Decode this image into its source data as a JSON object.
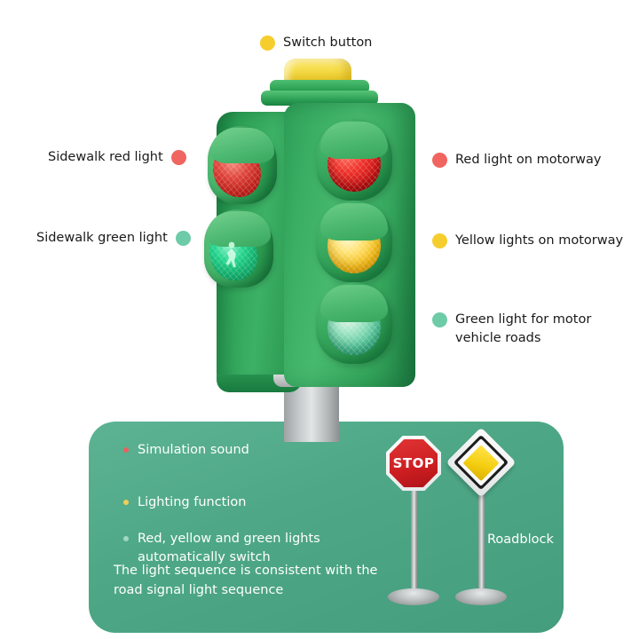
{
  "callouts": {
    "switch_button": {
      "label": "Switch button",
      "dot_color": "#F5CE2E"
    },
    "sidewalk_red": {
      "label": "Sidewalk red light",
      "dot_color": "#F06560"
    },
    "sidewalk_green": {
      "label": "Sidewalk green light",
      "dot_color": "#6DCBA8"
    },
    "motorway_red": {
      "label": "Red light on motorway",
      "dot_color": "#F06560"
    },
    "motorway_yellow": {
      "label": "Yellow lights on motorway",
      "dot_color": "#F5CE2E"
    },
    "motorway_green": {
      "label": "Green light for motor vehicle roads",
      "dot_color": "#6DCBA8"
    }
  },
  "panel": {
    "background_color": "#4EA887",
    "features": [
      {
        "label": "Simulation sound",
        "bullet_color": "#E8635E"
      },
      {
        "label": "Lighting function",
        "bullet_color": "#F0CE57"
      },
      {
        "label": "Red, yellow and green lights automatically switch",
        "bullet_color": "#9FD8C4"
      }
    ],
    "sequence_note": "The light sequence is consistent with the road signal light sequence",
    "roadblock_label": "Roadblock",
    "signs": {
      "stop_sign_text": "STOP",
      "stop_sign_color": "#CE1F22",
      "priority_sign_color": "#F5CF12"
    }
  },
  "product": {
    "body_color": "#3CAE64",
    "button_color": "#F7DE4E",
    "pole_color": "#C9CDCE",
    "lamps_front": [
      {
        "name": "red",
        "color": "#F0342C"
      },
      {
        "name": "yellow",
        "color": "#F5BC10"
      },
      {
        "name": "green",
        "color": "#56C79B"
      }
    ],
    "lamps_side": [
      {
        "name": "pedestrian-red",
        "color": "#E0453C"
      },
      {
        "name": "pedestrian-green",
        "color": "#23D68E"
      }
    ]
  }
}
